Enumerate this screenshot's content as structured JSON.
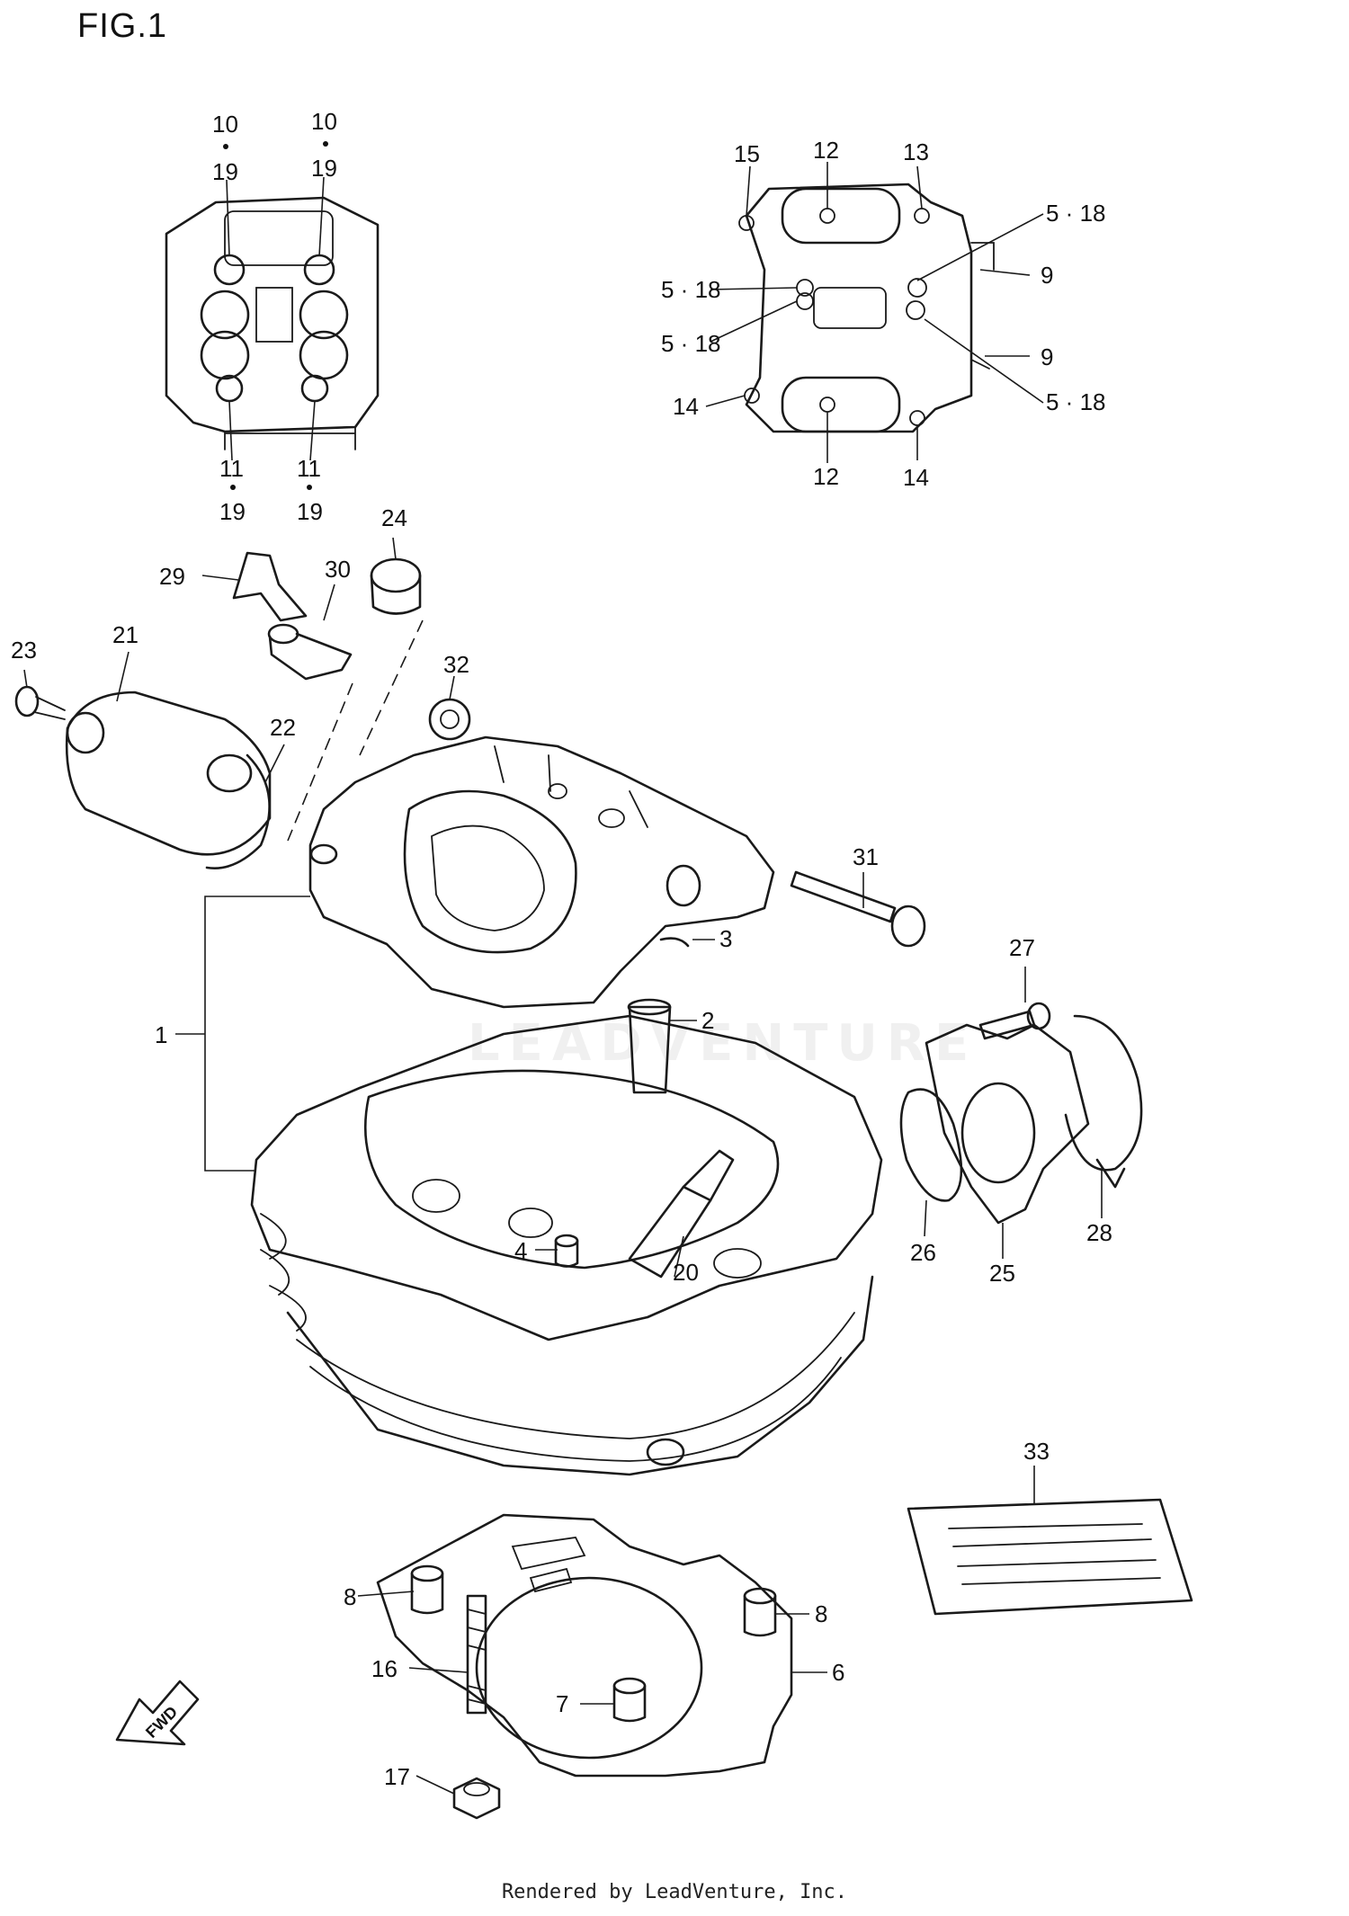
{
  "figure_title": "FIG.1",
  "footer": "Rendered by LeadVenture, Inc.",
  "watermark": "LEADVENTURE",
  "direction_label": "FWD",
  "callouts": {
    "c10a": "10",
    "c19a": "19",
    "c10b": "10",
    "c19b": "19",
    "c11a": "11",
    "c19c": "19",
    "c11b": "11",
    "c19d": "19",
    "c15": "15",
    "c12a": "12",
    "c13": "13",
    "c518a": "5 · 18",
    "c9a": "9",
    "c518b": "5 · 18",
    "c518c": "5 · 18",
    "c9b": "9",
    "c14a": "14",
    "c518d": "5 · 18",
    "c12b": "12",
    "c14b": "14",
    "c24": "24",
    "c29": "29",
    "c30": "30",
    "c23": "23",
    "c21": "21",
    "c22": "22",
    "c32": "32",
    "c31": "31",
    "c3": "3",
    "c2": "2",
    "c1": "1",
    "c27": "27",
    "c4": "4",
    "c20": "20",
    "c26": "26",
    "c25": "25",
    "c28": "28",
    "c33": "33",
    "c8a": "8",
    "c8b": "8",
    "c16": "16",
    "c6": "6",
    "c7": "7",
    "c17": "17"
  }
}
